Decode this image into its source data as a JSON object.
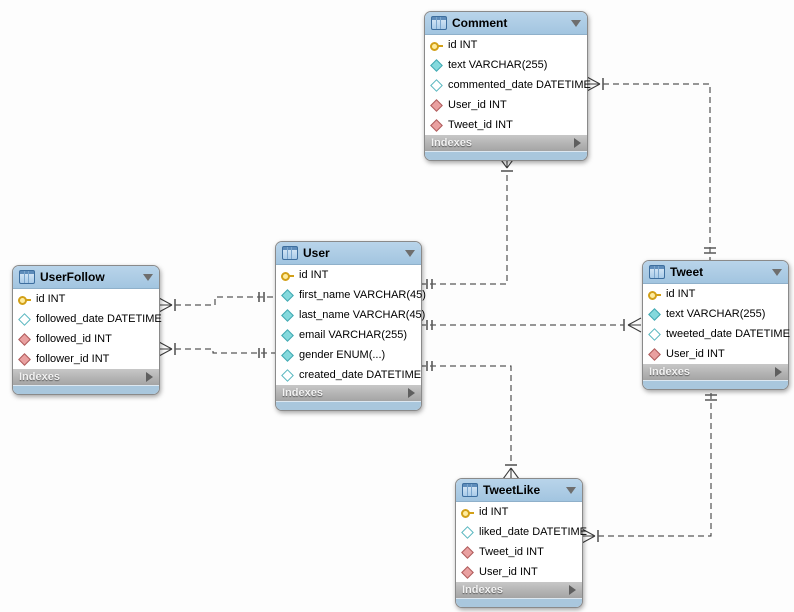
{
  "diagram": {
    "tool": "EER diagram",
    "background_color": "#fdfdfd",
    "header_color": "#aecbe4",
    "footer_strip_color": "#a9c7dd",
    "indexes_bar_color": "#b5b5b5",
    "primary_key_icon_color": "#f5c518",
    "column_icon_color": "#84d9dd",
    "foreign_key_icon_color": "#e9a0a0",
    "relationship_line_color": "#2e2e2e"
  },
  "tables": [
    {
      "name": "Comment",
      "header_icon": "table-grid-icon",
      "collapse_icon": "triangle-down-icon",
      "footer_label": "Indexes",
      "expand_icon": "triangle-right-icon",
      "fields": [
        {
          "icon": "key-icon",
          "label": "id INT"
        },
        {
          "icon": "diamond-filled-icon",
          "label": "text VARCHAR(255)"
        },
        {
          "icon": "diamond-hollow-icon",
          "label": "commented_date DATETIME"
        },
        {
          "icon": "diamond-fk-icon",
          "label": "User_id INT"
        },
        {
          "icon": "diamond-fk-icon",
          "label": "Tweet_id INT"
        }
      ]
    },
    {
      "name": "User",
      "header_icon": "table-grid-icon",
      "collapse_icon": "triangle-down-icon",
      "footer_label": "Indexes",
      "expand_icon": "triangle-right-icon",
      "fields": [
        {
          "icon": "key-icon",
          "label": "id INT"
        },
        {
          "icon": "diamond-filled-icon",
          "label": "first_name VARCHAR(45)"
        },
        {
          "icon": "diamond-filled-icon",
          "label": "last_name VARCHAR(45)"
        },
        {
          "icon": "diamond-filled-icon",
          "label": "email VARCHAR(255)"
        },
        {
          "icon": "diamond-filled-icon",
          "label": "gender ENUM(...)"
        },
        {
          "icon": "diamond-hollow-icon",
          "label": "created_date DATETIME"
        }
      ]
    },
    {
      "name": "UserFollow",
      "header_icon": "table-grid-icon",
      "collapse_icon": "triangle-down-icon",
      "footer_label": "Indexes",
      "expand_icon": "triangle-right-icon",
      "fields": [
        {
          "icon": "key-icon",
          "label": "id INT"
        },
        {
          "icon": "diamond-hollow-icon",
          "label": "followed_date DATETIME"
        },
        {
          "icon": "diamond-fk-icon",
          "label": "followed_id INT"
        },
        {
          "icon": "diamond-fk-icon",
          "label": "follower_id INT"
        }
      ]
    },
    {
      "name": "Tweet",
      "header_icon": "table-grid-icon",
      "collapse_icon": "triangle-down-icon",
      "footer_label": "Indexes",
      "expand_icon": "triangle-right-icon",
      "fields": [
        {
          "icon": "key-icon",
          "label": "id INT"
        },
        {
          "icon": "diamond-filled-icon",
          "label": "text VARCHAR(255)"
        },
        {
          "icon": "diamond-hollow-icon",
          "label": "tweeted_date DATETIME"
        },
        {
          "icon": "diamond-fk-icon",
          "label": "User_id INT"
        }
      ]
    },
    {
      "name": "TweetLike",
      "header_icon": "table-grid-icon",
      "collapse_icon": "triangle-down-icon",
      "footer_label": "Indexes",
      "expand_icon": "triangle-right-icon",
      "fields": [
        {
          "icon": "key-icon",
          "label": "id INT"
        },
        {
          "icon": "diamond-hollow-icon",
          "label": "liked_date DATETIME"
        },
        {
          "icon": "diamond-fk-icon",
          "label": "Tweet_id INT"
        },
        {
          "icon": "diamond-fk-icon",
          "label": "User_id INT"
        }
      ]
    }
  ],
  "relationships": [
    {
      "from_table": "Comment",
      "to_table": "User",
      "cardinality_from": "many",
      "cardinality_to": "one",
      "line_style": "dashed"
    },
    {
      "from_table": "Comment",
      "to_table": "Tweet",
      "cardinality_from": "many",
      "cardinality_to": "one",
      "line_style": "dashed"
    },
    {
      "from_table": "Tweet",
      "to_table": "User",
      "cardinality_from": "many",
      "cardinality_to": "one",
      "line_style": "dashed"
    },
    {
      "from_table": "TweetLike",
      "to_table": "User",
      "cardinality_from": "many",
      "cardinality_to": "one",
      "line_style": "dashed"
    },
    {
      "from_table": "TweetLike",
      "to_table": "Tweet",
      "cardinality_from": "many",
      "cardinality_to": "one",
      "line_style": "dashed"
    },
    {
      "from_table": "UserFollow",
      "to_table": "User",
      "cardinality_from": "many",
      "cardinality_to": "one",
      "line_style": "dashed"
    },
    {
      "from_table": "UserFollow",
      "to_table": "User",
      "cardinality_from": "many",
      "cardinality_to": "one",
      "line_style": "dashed"
    }
  ]
}
